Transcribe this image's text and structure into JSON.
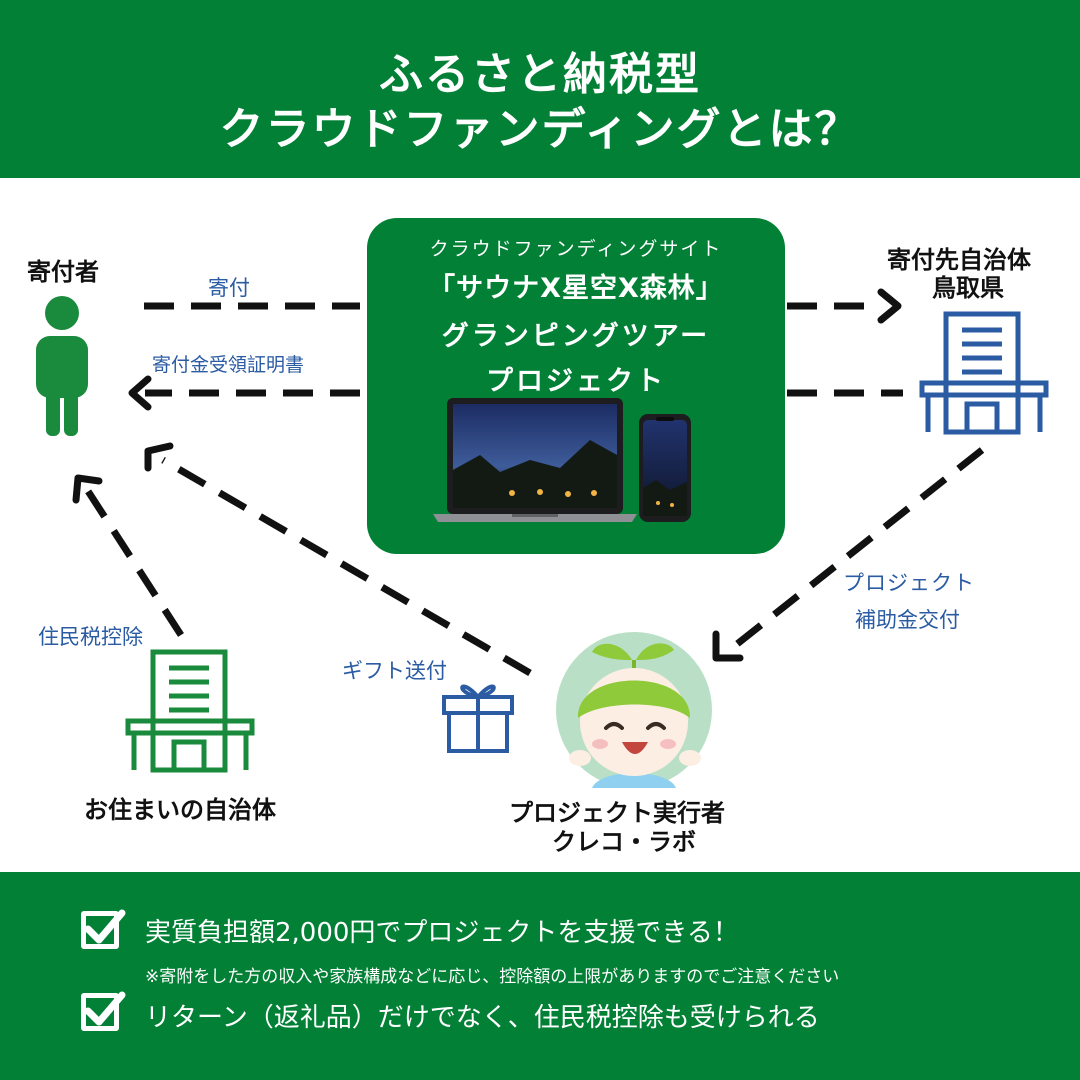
{
  "title": {
    "line1": "ふるさと納税型",
    "line2": "クラウドファンディングとは？"
  },
  "site_box": {
    "subtitle": "クラウドファンディングサイト",
    "line1": "「サウナX星空X森林」",
    "line2": "グランピングツアー",
    "line3": "プロジェクト"
  },
  "nodes": {
    "donor": "寄付者",
    "recipient_line1": "寄付先自治体",
    "recipient_line2": "鳥取県",
    "home_municipality": "お住まいの自治体",
    "executor_line1": "プロジェクト実行者",
    "executor_line2": "クレコ・ラボ"
  },
  "flows": {
    "donation": "寄付",
    "receipt": "寄付金受領証明書",
    "tax_deduction": "住民税控除",
    "gift": "ギフト送付",
    "grant_line1": "プロジェクト",
    "grant_line2": "補助金交付"
  },
  "benefits": [
    {
      "text": "実質負担額2,000円でプロジェクトを支援できる！"
    },
    {
      "text": "リターン（返礼品）だけでなく、住民税控除も受けられる"
    }
  ],
  "note": "※寄附をした方の収入や家族構成などに応じ、控除額の上限がありますのでご注意ください",
  "colors": {
    "green": "#028036",
    "blue": "#2a5ba3",
    "dark": "#111111"
  },
  "icons": {
    "donor": "person-icon",
    "recipient": "building-icon",
    "home_municipality": "building-icon",
    "gift": "gift-icon",
    "executor": "character-avatar",
    "check": "checkbox-icon"
  }
}
